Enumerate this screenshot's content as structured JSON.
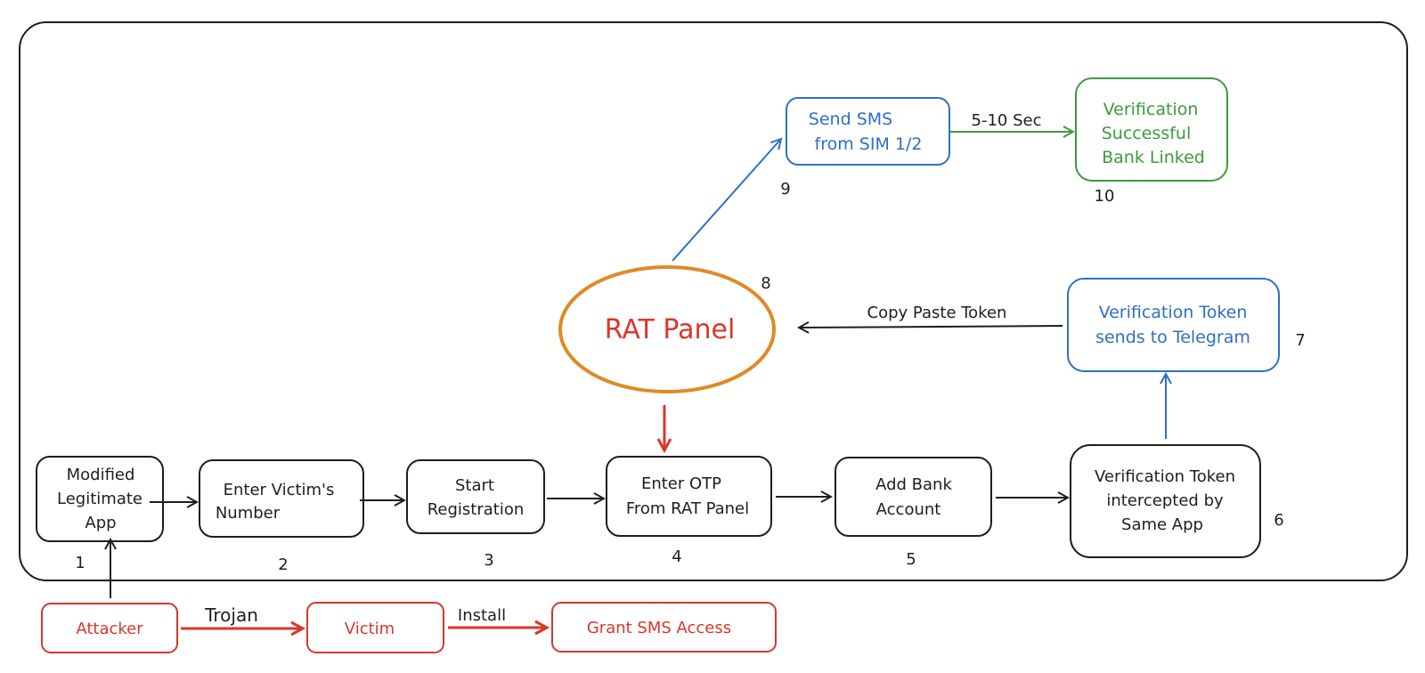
{
  "colors": {
    "black": "#1e1e1e",
    "red": "#d9372b",
    "blue": "#2f6fc7",
    "green": "#3f9a3a",
    "orange": "#e08a26"
  },
  "flow": {
    "step1": {
      "lines": [
        "Modified",
        "Legitimate",
        "App"
      ],
      "number": "1"
    },
    "step2": {
      "lines": [
        "Enter Victim's",
        "Number"
      ],
      "number": "2"
    },
    "step3": {
      "lines": [
        "Start",
        "Registration"
      ],
      "number": "3"
    },
    "step4": {
      "lines": [
        "Enter OTP",
        "From RAT Panel"
      ],
      "number": "4"
    },
    "step5": {
      "lines": [
        "Add Bank",
        "Account"
      ],
      "number": "5"
    },
    "step6": {
      "lines": [
        "Verification Token",
        "intercepted by",
        "Same App"
      ],
      "number": "6"
    },
    "step7": {
      "lines": [
        "Verification Token",
        "sends to Telegram"
      ],
      "number": "7"
    },
    "rat_panel": {
      "label": "RAT Panel",
      "number": "8"
    },
    "step9": {
      "lines": [
        "Send SMS",
        "from SIM 1/2"
      ],
      "number": "9"
    },
    "step10": {
      "lines": [
        "Verification",
        "Successful",
        "Bank Linked"
      ],
      "number": "10"
    }
  },
  "edge_labels": {
    "copy_paste": "Copy Paste Token",
    "delay": "5-10 Sec",
    "trojan": "Trojan",
    "install": "Install"
  },
  "bottom": {
    "attacker": "Attacker",
    "victim": "Victim",
    "grant": "Grant SMS Access"
  }
}
